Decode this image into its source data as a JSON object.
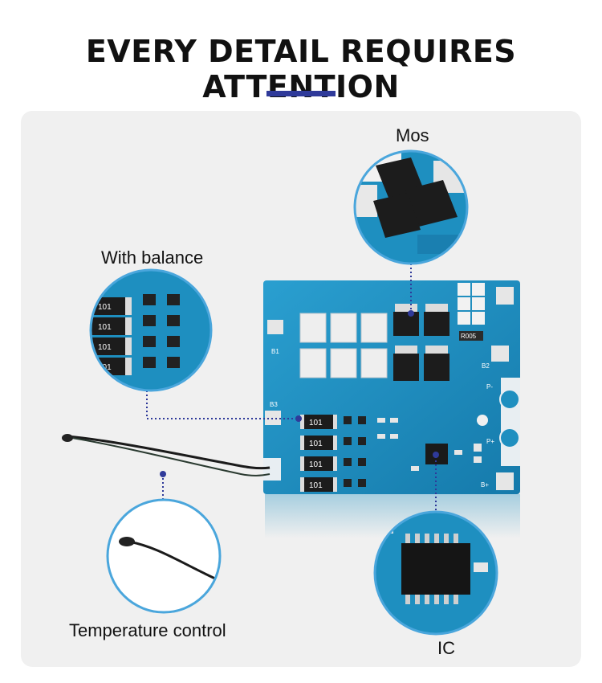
{
  "headline": "EVERY DETAIL REQUIRES ATTENTION",
  "labels": {
    "mos": "Mos",
    "balance": "With balance",
    "temperature": "Temperature control",
    "ic": "IC"
  },
  "board_markings": {
    "resistor": "101",
    "r005": "R005",
    "b1": "B1",
    "b2": "B2",
    "b3": "B3",
    "p_minus": "P-",
    "p_plus": "P+",
    "b_plus": "B+"
  },
  "colors": {
    "accent_bar": "#2f3a9a",
    "pcb": "#1e8fc0",
    "pcb_dark": "#15709e",
    "callout_ring": "#4aa6dc",
    "dot": "#2f3a9a"
  }
}
